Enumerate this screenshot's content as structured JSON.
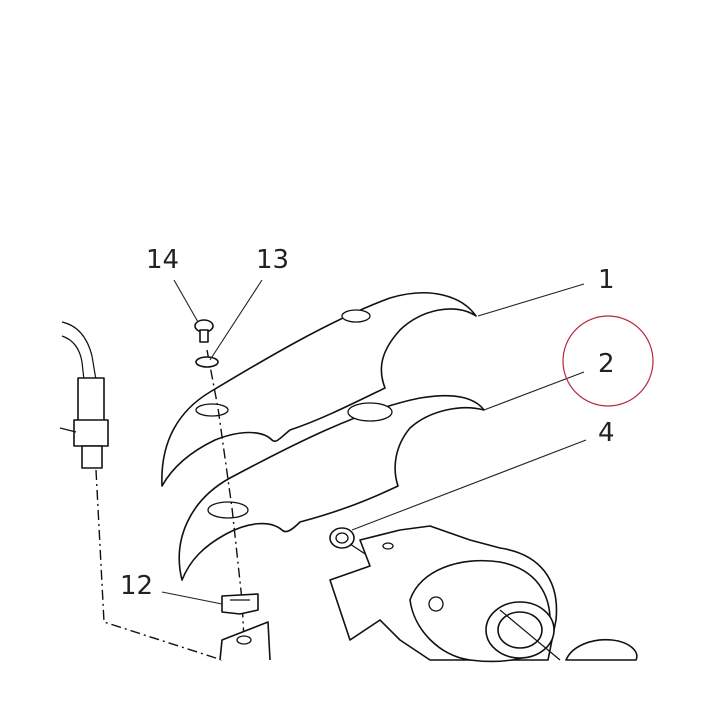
{
  "diagram": {
    "callouts": [
      {
        "id": "1",
        "text": "1"
      },
      {
        "id": "2",
        "text": "2"
      },
      {
        "id": "4",
        "text": "4"
      },
      {
        "id": "12",
        "text": "12"
      },
      {
        "id": "13",
        "text": "13"
      },
      {
        "id": "14",
        "text": "14"
      }
    ],
    "highlight": {
      "callout": "2",
      "color": "#b3283d"
    },
    "colors": {
      "line": "#111111",
      "background": "#ffffff"
    }
  }
}
